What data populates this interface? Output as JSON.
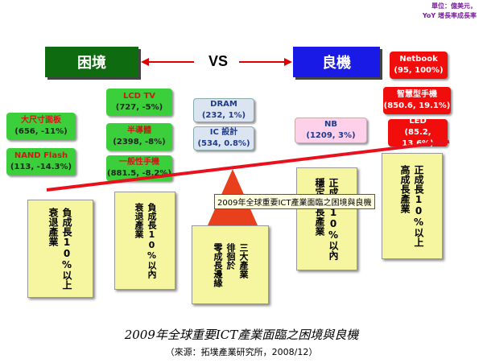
{
  "unit": {
    "line1": "單位：億美元，",
    "line2": "YoY 增長率成長率"
  },
  "headers": {
    "left": "困境",
    "vs": "VS",
    "right": "良機"
  },
  "decline_chips": [
    {
      "name": "大尺寸面板",
      "value": "(656, -11%)"
    },
    {
      "name": "NAND Flash",
      "value": "(113, -14.3%)"
    },
    {
      "name": "LCD TV",
      "value": "(727, -5%)"
    },
    {
      "name": "半導體",
      "value": "(2398, -8%)"
    },
    {
      "name": "一般性手機",
      "value": "(881.5, -8.2%)"
    }
  ],
  "flat_chips": [
    {
      "name": "DRAM",
      "value": "(232, 1%)"
    },
    {
      "name": "IC 設計",
      "value": "(534, 0.8%)"
    }
  ],
  "growth_chips": [
    {
      "name": "NB",
      "value": "(1209, 3%)"
    },
    {
      "name": "Netbook",
      "value": "(95, 100%)"
    },
    {
      "name": "智慧型手機",
      "value": "(850.6, 19.1%)"
    },
    {
      "name": "LED",
      "value": "(85.2, 13.6%)"
    }
  ],
  "boxes": [
    {
      "text": "負成長10%以上\n衰退產業"
    },
    {
      "text": "負成長10%以內\n衰退產業"
    },
    {
      "text": "三大產業\n徘徊於\n零成長邊緣"
    },
    {
      "text": "正成長10%以內\n穩定成長產業"
    },
    {
      "text": "正成長10%以上\n高成長產業"
    }
  ],
  "tooltip": "2009年全球重要ICT產業面臨之困境與良機",
  "caption": "2009年全球重要ICT產業面臨之困境與良機",
  "source": "（來源：拓墣產業研究所，2008/12）"
}
